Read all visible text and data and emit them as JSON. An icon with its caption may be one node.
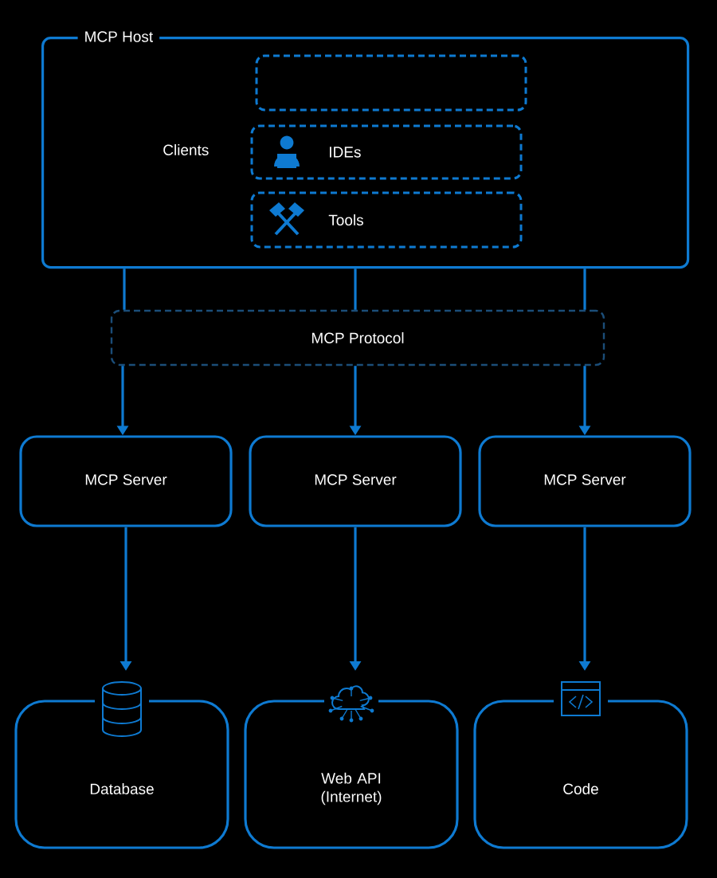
{
  "diagram": {
    "nodes": [
      {
        "text": [
          "MCP Host",
          "Clients"
        ]
      },
      {
        "text": [],
        "shape": "box",
        "in": 0
      },
      {
        "text": [
          "IDEs"
        ],
        "in": 0
      },
      {
        "text": [
          "Tools"
        ],
        "in": 0
      },
      {
        "text": [
          "MCP Protocol"
        ]
      },
      {
        "text": [
          "MCP Server"
        ]
      },
      {
        "text": [
          "MCP Server"
        ]
      },
      {
        "text": [
          "MCP Server"
        ]
      },
      {
        "text": [
          "Database"
        ]
      },
      {
        "text": [
          "Web API (Internet)"
        ]
      },
      {
        "text": [
          "Code"
        ]
      }
    ],
    "edges": [
      {
        "from": 0,
        "to": 4,
        "arrow": "none"
      },
      {
        "from": 0,
        "to": 4,
        "arrow": "none"
      },
      {
        "from": 0,
        "to": 4,
        "arrow": "none"
      },
      {
        "from": 4,
        "to": 5,
        "arrow": "to"
      },
      {
        "from": 4,
        "to": 6,
        "arrow": "to"
      },
      {
        "from": 4,
        "to": 7,
        "arrow": "to"
      },
      {
        "from": 5,
        "to": 8,
        "arrow": "to"
      },
      {
        "from": 6,
        "to": 9,
        "arrow": "to"
      },
      {
        "from": 7,
        "to": 10,
        "arrow": "to"
      }
    ]
  }
}
